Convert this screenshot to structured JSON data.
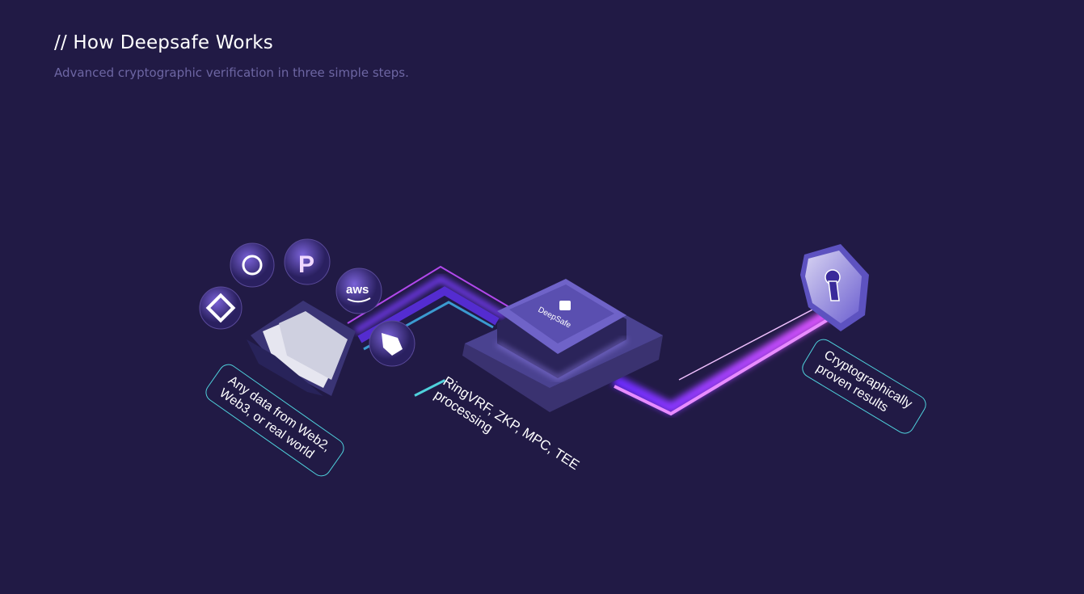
{
  "header": {
    "title": "// How Deepsafe Works",
    "subtitle": "Advanced cryptographic verification in three simple steps."
  },
  "steps": [
    {
      "line1": "Any data from Web2,",
      "line2": "Web3, or real world"
    },
    {
      "line1": "RingVRF, ZKP, MPC, TEE",
      "line2": "processing"
    },
    {
      "line1": "Cryptographically",
      "line2": "proven results"
    }
  ],
  "chip": {
    "brand": "DeepSafe"
  },
  "sources": [
    "binance-icon",
    "openai-icon",
    "paypal-icon",
    "aws-icon",
    "uniswap-icon"
  ],
  "aws_label": "aws",
  "colors": {
    "background": "#211a45",
    "accent_cyan": "#4fd1dc",
    "accent_purple": "#8b3dff",
    "accent_pink": "#e056fd"
  }
}
